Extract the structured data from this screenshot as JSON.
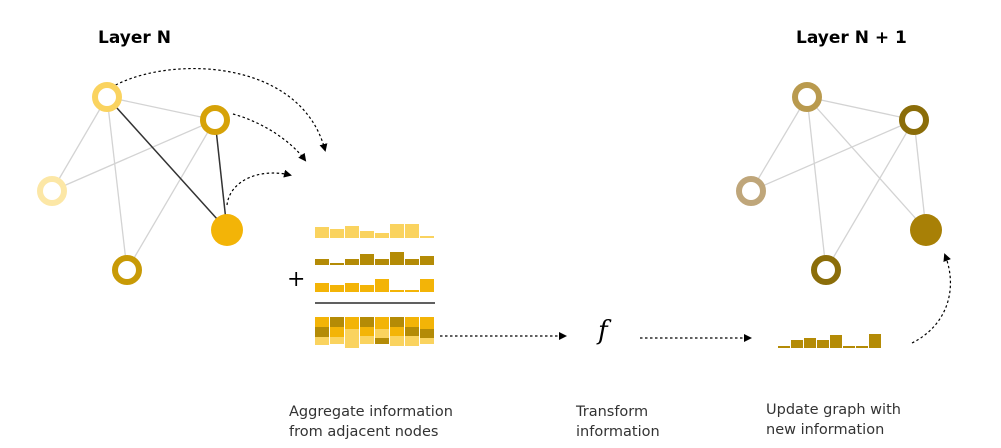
{
  "layer_left": {
    "title": "Layer N"
  },
  "layer_right": {
    "title": "Layer N + 1"
  },
  "aggregate": {
    "operator": "+",
    "caption_line1": "Aggregate information",
    "caption_line2": "from adjacent nodes"
  },
  "transform": {
    "symbol": "f",
    "caption_line1": "Transform",
    "caption_line2": "information"
  },
  "update": {
    "caption_line1": "Update graph with",
    "caption_line2": "new information"
  },
  "colors": {
    "light_yellow": "#fce7a6",
    "yellow": "#fad35f",
    "dark_yellow": "#d6a208",
    "gold": "#f3b407",
    "dark_gold": "#b48b06",
    "muted_tan": "#bfa67a",
    "muted_gold": "#b99a4e",
    "olive": "#8b6d09",
    "brown": "#a88006",
    "edge_gray": "#d3d3d3",
    "edge_dark": "#333333"
  }
}
